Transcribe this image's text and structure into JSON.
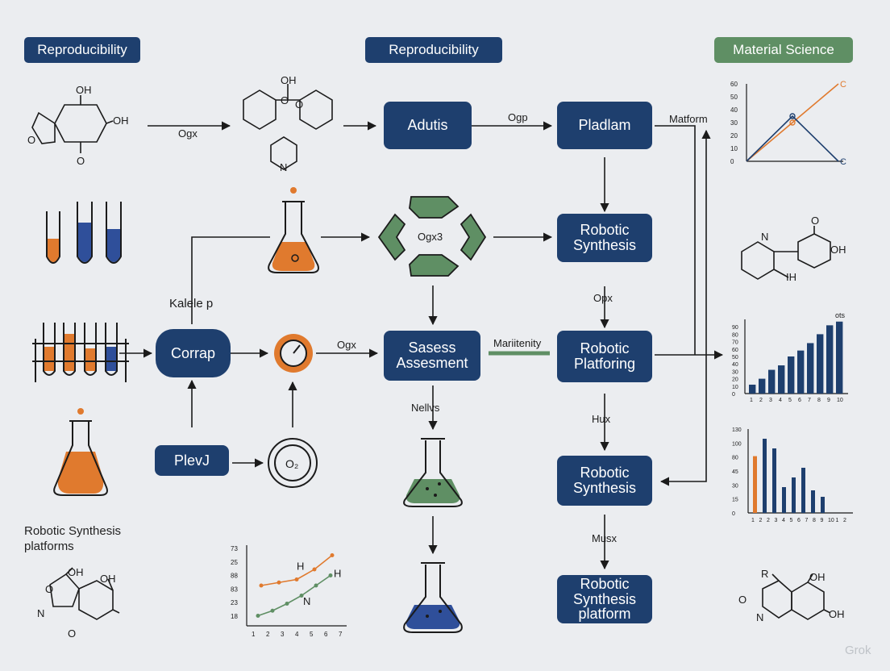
{
  "headers": {
    "left": "Reproducibility",
    "center": "Reproducibility",
    "right": "Material Science"
  },
  "nodes": {
    "adutis": "Adutis",
    "pladlam": "Pladlam",
    "robotic_synthesis_1": "Robotic Synthesis",
    "corrap": "Corrap",
    "sasess": "Sasess Assesment",
    "robotic_platforing": "Robotic Platforing",
    "plevj": "PlevJ",
    "robotic_synthesis_2": "Robotic Synthesis",
    "robotic_synthesis_platform": "Robotic Synthesis platform"
  },
  "edge_labels": {
    "ogx_1": "Ogx",
    "ogp": "Ogp",
    "matform": "Matform",
    "ogx3": "Ogx3",
    "kalele": "Kalele p",
    "ogx_2": "Ogx",
    "mariitenity": "Mariitenity",
    "opx": "Opx",
    "nellvs": "Nellvs",
    "hux": "Hux",
    "musx": "Musx",
    "o2": "O₂"
  },
  "caption": "Robotic Synthesis platforms",
  "watermark": "Grok",
  "molecule_labels": {
    "m1": [
      "OH",
      "OH",
      "O",
      "O"
    ],
    "m2": [
      "OH",
      "O",
      "O",
      "N"
    ],
    "m3": [
      "N",
      "O",
      "OH",
      "IH"
    ],
    "m4": [
      "OH",
      "O",
      "N",
      "OH",
      "O"
    ],
    "m5": [
      "R",
      "OH",
      "O",
      "N",
      "OH"
    ]
  },
  "colors": {
    "navy": "#1e3f6e",
    "green": "#5f8f64",
    "orange": "#e07a2e",
    "blue": "#2f4f9a"
  },
  "chart_data": [
    {
      "type": "line",
      "y_ticks": [
        0,
        10,
        20,
        30,
        40,
        50,
        60
      ],
      "series": [
        {
          "values": [
            0,
            30,
            60
          ],
          "end_label": "C"
        },
        {
          "values": [
            0,
            35,
            0
          ],
          "end_label": "C"
        }
      ]
    },
    {
      "type": "bar",
      "series_label": "ots",
      "categories": [
        "1",
        "2",
        "3",
        "4",
        "5",
        "6",
        "7",
        "8",
        "9",
        "10"
      ],
      "values": [
        12,
        20,
        32,
        38,
        50,
        58,
        68,
        80,
        92,
        97
      ],
      "y_ticks": [
        0,
        10,
        20,
        30,
        40,
        50,
        60,
        70,
        80,
        90
      ]
    },
    {
      "type": "bar",
      "categories": [
        "1",
        "2",
        "2",
        "3",
        "4",
        "5",
        "6",
        "7",
        "8",
        "9",
        "10",
        "1",
        "2"
      ],
      "values": [
        88,
        115,
        100,
        40,
        55,
        70,
        35,
        25
      ],
      "y_ticks": [
        "0",
        "15",
        "30",
        "45",
        "80",
        "100",
        "130"
      ]
    },
    {
      "type": "line",
      "x_ticks": [
        "1",
        "2",
        "3",
        "4",
        "5",
        "6",
        "7"
      ],
      "y_ticks": [
        "18",
        "23",
        "83",
        "88",
        "25",
        "73"
      ],
      "series": [
        {
          "name": "H",
          "values": [
            40,
            43,
            46,
            56,
            70
          ]
        },
        {
          "name": "H",
          "values": [
            10,
            15,
            22,
            30,
            40,
            50
          ]
        }
      ],
      "annotations": [
        "N"
      ]
    }
  ]
}
